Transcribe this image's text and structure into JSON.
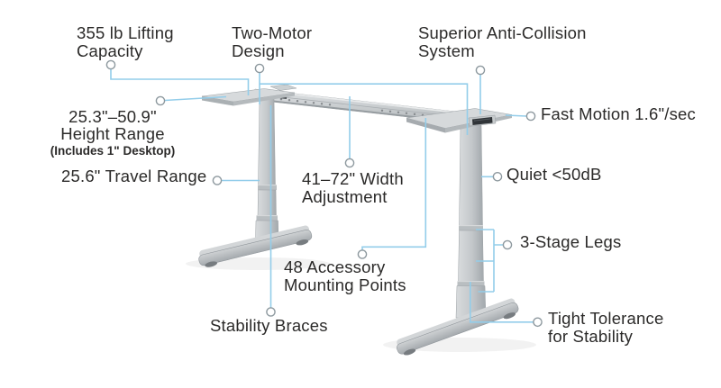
{
  "colors": {
    "accent": "#93cdea",
    "marker": "#8e999f",
    "text": "#2b2a29",
    "background": "#ffffff",
    "desk_gray_light": "#d7dadc",
    "desk_gray_mid": "#bfc3c6",
    "desk_gray_dark": "#9aa0a4"
  },
  "callouts": {
    "lifting_capacity": {
      "text": "355 lb Lifting\nCapacity"
    },
    "two_motor": {
      "text": "Two-Motor\nDesign"
    },
    "anti_collision": {
      "text": "Superior Anti-Collision\nSystem"
    },
    "height_range": {
      "text": "25.3\"–50.9\"\nHeight Range",
      "note": "(Includes 1\" Desktop)"
    },
    "travel_range": {
      "text": "25.6\" Travel Range"
    },
    "width_adjustment": {
      "text": "41–72\" Width\nAdjustment"
    },
    "fast_motion": {
      "text": "Fast Motion 1.6\"/sec"
    },
    "quiet": {
      "text": "Quiet <50dB"
    },
    "three_stage_legs": {
      "text": "3-Stage Legs"
    },
    "mounting_points": {
      "text": "48 Accessory\nMounting Points"
    },
    "stability_braces": {
      "text": "Stability Braces"
    },
    "tight_tolerance": {
      "text": "Tight Tolerance\nfor Stability"
    }
  }
}
